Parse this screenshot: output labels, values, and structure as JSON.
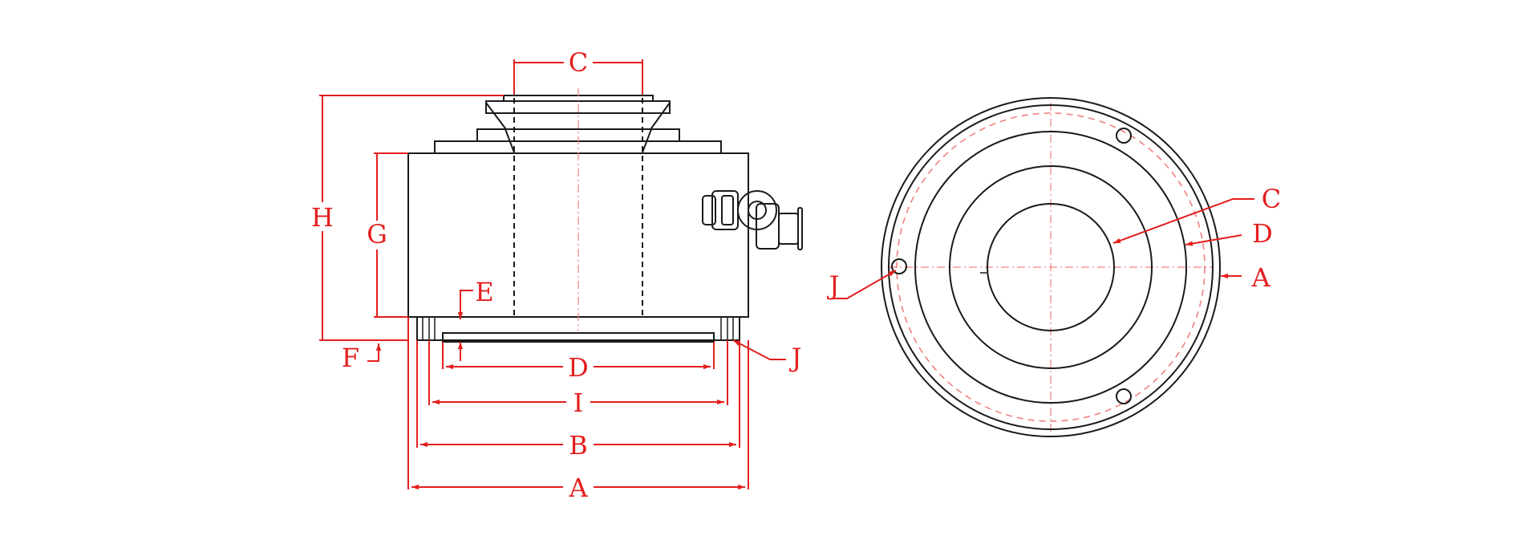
{
  "labels": {
    "side_view": {
      "C": "C",
      "H": "H",
      "G": "G",
      "E": "E",
      "F": "F",
      "D": "D",
      "I": "I",
      "B": "B",
      "A": "A",
      "J": "J"
    },
    "top_view": {
      "C": "C",
      "D": "D",
      "A": "A",
      "J": "J"
    }
  },
  "colors": {
    "line": "#1a1a1a",
    "dimension": "#e41e1e",
    "center_line": "#f08080",
    "background": "#ffffff"
  }
}
